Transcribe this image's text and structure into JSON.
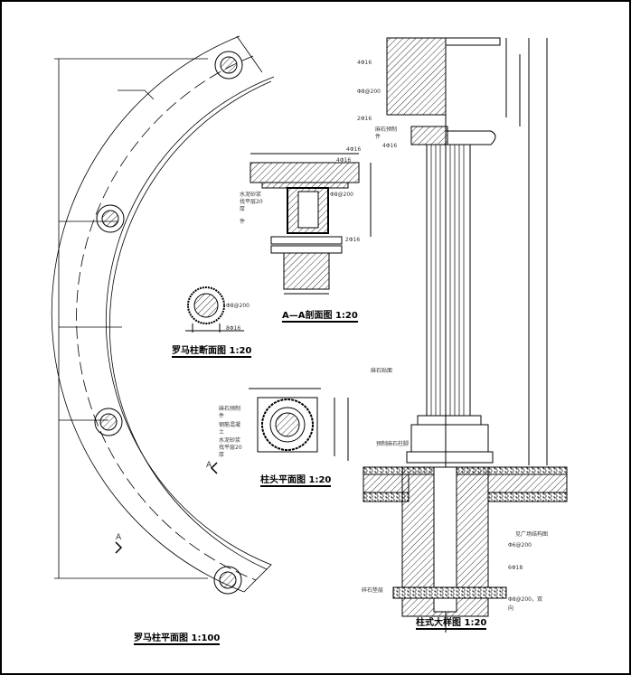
{
  "titles": {
    "plan": "罗马柱平面图 1:100",
    "section": "罗马柱断面图 1:20",
    "aa": "A—A剖面图 1:20",
    "capital": "柱头平面图 1:20",
    "detail": "柱式大样图 1:20"
  },
  "markers": {
    "a1": "A",
    "a2": "A"
  },
  "labels": {
    "aa_4016": "4Φ16",
    "aa_8200": "Φ8@200",
    "aa_2016": "2Φ16",
    "aa_mortar": "水泥砂浆",
    "aa_mortar2": "找平层20",
    "aa_mortar3": "厚",
    "aa_part": "件",
    "sec_8200": "Φ8@200",
    "sec_8016": "8Φ16",
    "cap_stone": "麻石预制",
    "cap_stone2": "件",
    "cap_conc": "钢筋混凝",
    "cap_conc2": "土",
    "cap_mortar": "水泥砂浆",
    "cap_mortar2": "找平层20",
    "cap_mortar3": "厚",
    "d_4016a": "4Φ16",
    "d_8200": "Φ8@200",
    "d_2016": "2Φ16",
    "d_stone": "麻石预制",
    "d_stone2": "件",
    "d_4016b": "4Φ16",
    "d_4016c": "4Φ16",
    "d_facing": "麻石贴面",
    "d_base": "预制麻石柱脚",
    "d_plaza": "见广场结构图",
    "d_6200": "Φ6@200",
    "d_6018": "6Φ18",
    "d_gravel": "碎石垫层",
    "d_8200b": "Φ8@200，双",
    "d_8200c": "向"
  }
}
